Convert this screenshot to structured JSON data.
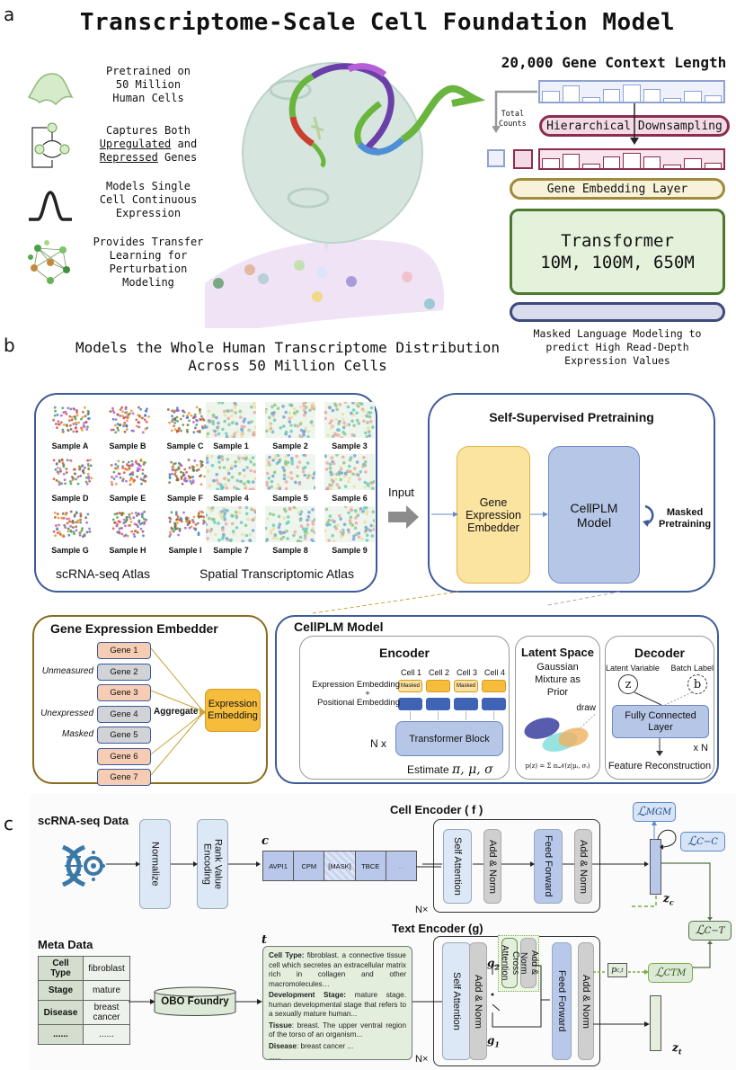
{
  "panel_a": {
    "letter": "a",
    "title": "Transcriptome-Scale Cell Foundation Model",
    "features": [
      {
        "icon": "cell-shape-icon",
        "lines": [
          "Pretrained on",
          "50 Million",
          "Human Cells"
        ]
      },
      {
        "icon": "regulation-cycle-icon",
        "line1": "Captures Both",
        "u1": "Upregulated",
        "line2_rest": " and",
        "u2": "Repressed",
        "line3_rest": " Genes"
      },
      {
        "icon": "bell-curve-icon",
        "lines": [
          "Models Single",
          "Cell Continuous",
          "Expression"
        ]
      },
      {
        "icon": "network-graph-icon",
        "lines": [
          "Provides Transfer",
          "Learning for",
          "Perturbation",
          "Modeling"
        ]
      }
    ],
    "illustration": {
      "name": "cell-dna-illustration",
      "colors": {
        "cell": "#d6e6df",
        "tissue": "#efe3f5",
        "dna_green": "#6ab53e",
        "dna_blue": "#4f8fd6",
        "dna_red": "#c8402f",
        "dna_purple": "#6a3fa8"
      }
    },
    "context_title": "20,000 Gene Context Length",
    "total_counts_label": [
      "Total",
      "Counts"
    ],
    "downsampling_label": "Hierarchical Downsampling",
    "embedding_label": "Gene Embedding Layer",
    "transformer_label": "Transformer",
    "transformer_sizes": "10M, 100M, 650M",
    "mlm_caption": [
      "Masked Language Modeling to",
      "predict High Read-Depth",
      "Expression Values"
    ],
    "colors": {
      "input_bar": "#8fa3d1",
      "downsample": "#8c2d4f",
      "downsample_fill": "#f2dbe6",
      "embedding": "#a08a3c",
      "embedding_fill": "#f8f3d8",
      "transformer": "#4c7a2c",
      "transformer_fill": "#e4f2dc",
      "output": "#3d4a7a",
      "output_fill": "#d8dcec"
    }
  },
  "panel_b": {
    "letter": "b",
    "title": [
      "Models the Whole Human Transcriptome Distribution",
      "Across 50 Million Cells"
    ],
    "scrna_samples": [
      "Sample A",
      "Sample B",
      "Sample C",
      "Sample D",
      "Sample E",
      "Sample F",
      "Sample G",
      "Sample H",
      "Sample I"
    ],
    "spatial_samples": [
      "Sample 1",
      "Sample 2",
      "Sample 3",
      "Sample 4",
      "Sample 5",
      "Sample 6",
      "Sample 7",
      "Sample 8",
      "Sample 9"
    ],
    "scrna_atlas_label": "scRNA-seq Atlas",
    "spatial_atlas_label": "Spatial Transcriptomic Atlas",
    "input_label": "Input",
    "pretraining_title": "Self-Supervised Pretraining",
    "embedder_block": "Gene Expression Embedder",
    "model_block": "CellPLM Model",
    "masked_pretraining": [
      "Masked",
      "Pretraining"
    ],
    "gee": {
      "title": "Gene Expression Embedder",
      "genes": [
        {
          "label": "Gene 1",
          "state": "expressed",
          "tag": ""
        },
        {
          "label": "Gene 2",
          "state": "other",
          "tag": "Unmeasured"
        },
        {
          "label": "Gene 3",
          "state": "expressed",
          "tag": ""
        },
        {
          "label": "Gene 4",
          "state": "other",
          "tag": "Unexpressed"
        },
        {
          "label": "Gene 5",
          "state": "other",
          "tag": "Masked"
        },
        {
          "label": "Gene 6",
          "state": "expressed",
          "tag": ""
        },
        {
          "label": "Gene 7",
          "state": "expressed",
          "tag": ""
        }
      ],
      "aggregate_label": "Aggregate",
      "output_label": "Expression Embedding"
    },
    "cellplm": {
      "title": "CellPLM Model",
      "encoder": {
        "title": "Encoder",
        "cells": [
          "Cell 1",
          "Cell 2",
          "Cell 3",
          "Cell 4"
        ],
        "cell_masked": [
          true,
          false,
          true,
          false
        ],
        "masked_tag": "Masked",
        "expr_label": "Expression Embedding",
        "plus": "+",
        "pos_label": "Positional Embedding",
        "block_label": "Transformer Block",
        "repeat_label": "N x",
        "estimate_label": "Estimate",
        "estimate_params": "π, μ, σ"
      },
      "latent": {
        "title": "Latent Space",
        "desc": [
          "Gaussian",
          "Mixture as",
          "Prior"
        ],
        "draw_label": "draw",
        "formula": "p(z) = Σ πᵢ𝒩(z|μᵢ, σᵢ)"
      },
      "decoder": {
        "title": "Decoder",
        "latent_var_label": "Latent Variable",
        "batch_label": "Batch Label",
        "z_symbol": "z",
        "b_symbol": "b",
        "fc_label": [
          "Fully Connected",
          "Layer"
        ],
        "repeat_label": "x N",
        "output_label": "Feature Reconstruction"
      }
    },
    "colors": {
      "frame": "#3d5a99",
      "embedder_fill": "#fbe3a0",
      "embedder_border": "#e0b64a",
      "model_fill": "#b6c6e6",
      "model_border": "#6b87c4",
      "gene_expressed": "#f6cdb4",
      "gene_other": "#d2d3d6",
      "expr_embed": "#f6bc3c",
      "pos_embed": "#3f63b5",
      "gee_frame": "#8a6a1e"
    }
  },
  "panel_c": {
    "letter": "c",
    "scrna_label": "scRNA-seq Data",
    "normalize_label": "Normalize",
    "rank_label": "Rank Value Encoding",
    "c_symbol": "c",
    "tokens": [
      "AVPI1",
      "CPM",
      "[MASK]",
      "TBCE",
      "..."
    ],
    "cell_encoder_title": "Cell Encoder ( f )",
    "cell_encoder_blocks": [
      "Self Attention",
      "Add & Norm",
      "Feed Forward",
      "Add & Norm"
    ],
    "nx_label": "N×",
    "zc_label": "z_c",
    "losses": {
      "mgm": {
        "base": "ℒ",
        "sub": "MGM"
      },
      "cc": {
        "base": "ℒ",
        "sub": "C−C"
      },
      "ct": {
        "base": "ℒ",
        "sub": "C−T"
      },
      "ctm": {
        "base": "ℒ",
        "sub": "CTM"
      }
    },
    "pct_label": "p_c,t",
    "meta_title": "Meta Data",
    "meta_rows": [
      {
        "key": "Cell Type",
        "value": "fibroblast"
      },
      {
        "key": "Stage",
        "value": "mature"
      },
      {
        "key": "Disease",
        "value": "breast cancer"
      },
      {
        "key": "......",
        "value": "......"
      }
    ],
    "obo_label": "OBO Foundry",
    "t_symbol": "t",
    "text_entries": [
      {
        "key": "Cell Type:",
        "value": " fibroblast. a connective tissue cell which secretes an extracellular matrix rich in collagen and other macromolecules…"
      },
      {
        "key": "Development Stage:",
        "value": " mature stage. human developmental stage that refers to a sexually mature human..."
      },
      {
        "key": "Tissue",
        "value": ": breast. The upper ventral region of the torso of an organism..."
      },
      {
        "key": "Disease",
        "value": ": breast cancer ..."
      },
      {
        "key": "",
        "value": "......"
      }
    ],
    "text_encoder_title": "Text Encoder (g)",
    "text_encoder_blocks": [
      "Self Attention",
      "Add & Norm",
      "Cross Attention",
      "Add & Norm",
      "Feed Forward",
      "Add & Norm"
    ],
    "g1_label": "g_1",
    "g2_label": "g_2",
    "zt_label": "z_t",
    "colors": {
      "light_blue": "#dce8f5",
      "blue": "#b8c8ea",
      "gray": "#cfcfcf",
      "green": "#e3eedd",
      "green_border": "#6a8f52",
      "green_dash": "#74b043",
      "loss_blue": "#d7e4f6",
      "loss_green": "#dce9d6",
      "token": "#b8c7ea"
    }
  }
}
